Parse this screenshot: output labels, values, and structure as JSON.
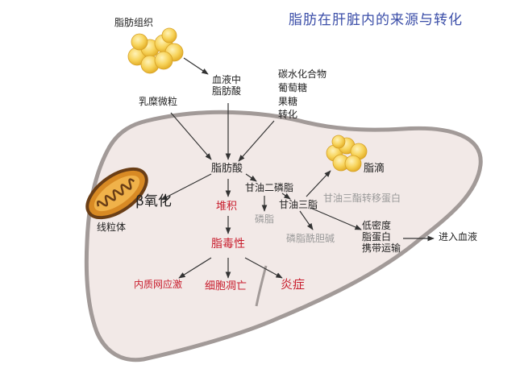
{
  "title": "脂肪在肝脏内的来源与转化",
  "sources": {
    "adipose_tissue": "脂肪组织",
    "blood_fatty_acid_line1": "血液中",
    "blood_fatty_acid_line2": "脂肪酸",
    "carbs_line1": "碳水化合物",
    "carbs_line2": "葡萄糖",
    "carbs_line3": "果糖",
    "carbs_line4": "转化",
    "chylomicron": "乳糜微粒"
  },
  "liver": {
    "fatty_acid": "脂肪酸",
    "beta_oxidation": "β氧化",
    "mitochondria": "线粒体",
    "accumulation": "堆积",
    "lipotoxicity": "脂毒性",
    "er_stress": "内质网应激",
    "apoptosis": "细胞凋亡",
    "inflammation": "炎症",
    "glycerol_diphosphate": "甘油二磷脂",
    "phospholipid": "磷脂",
    "triglyceride": "甘油三脂",
    "lipid_droplet": "脂滴",
    "transfer_protein": "甘油三酯转移蛋白",
    "phosphatidylcholine": "磷脂酰胆碱",
    "vldl_line1": "低密度",
    "vldl_line2": "脂蛋白",
    "vldl_line3": "携带运输",
    "enter_blood": "进入血液"
  },
  "colors": {
    "liver_fill": "#f2e9e7",
    "liver_outline": "#a29a98",
    "fat_yellow": "#f7d35a",
    "mito_orange": "#d88a24",
    "mito_brown": "#6a3e16",
    "label_red": "#c81c2c",
    "title_blue": "#3b4ea8",
    "arrow": "#333333"
  },
  "icons": [
    "fat-cluster-icon",
    "lipid-droplet-icon",
    "mitochondria-icon"
  ]
}
